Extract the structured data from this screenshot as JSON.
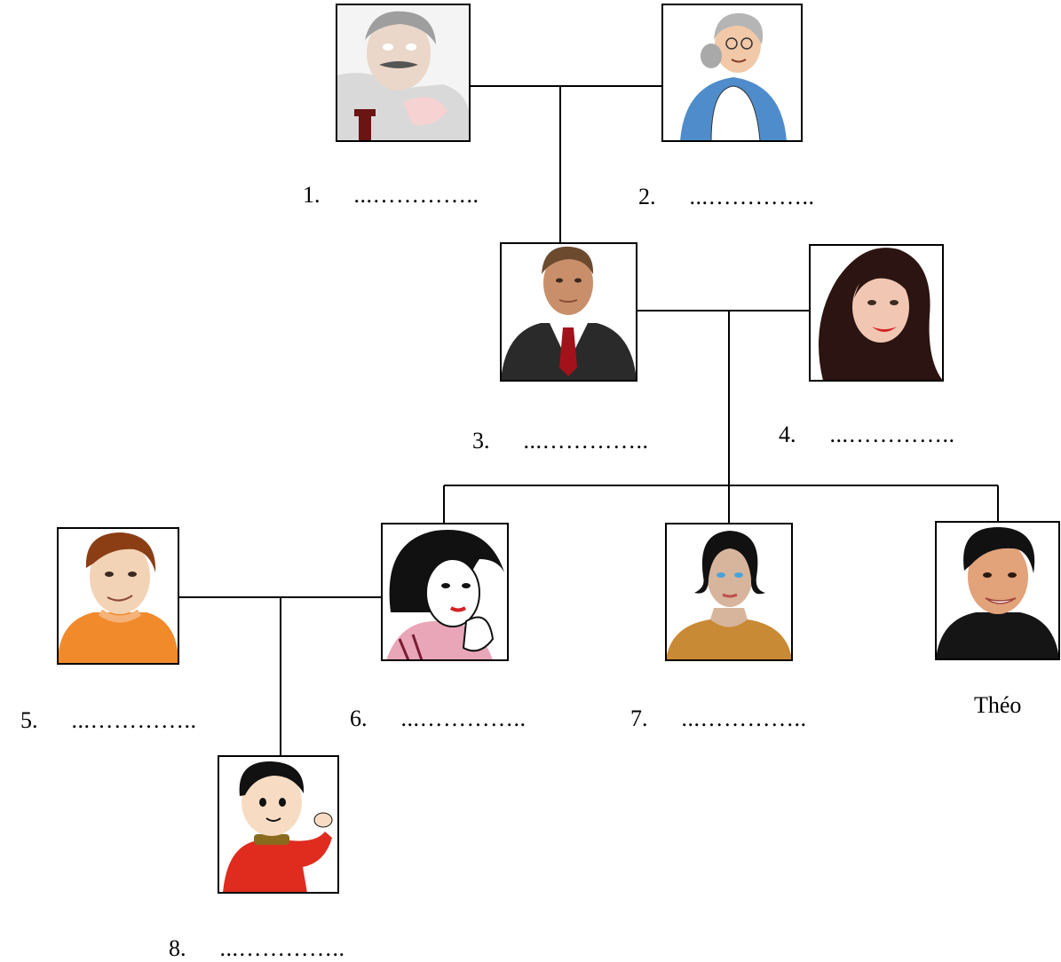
{
  "members": [
    {
      "id": "p1",
      "number": "1.",
      "blank": "...…………..",
      "portrait": "grandfather-portrait"
    },
    {
      "id": "p2",
      "number": "2.",
      "blank": "...…………..",
      "portrait": "grandmother-portrait"
    },
    {
      "id": "p3",
      "number": "3.",
      "blank": "...…………..",
      "portrait": "father-portrait"
    },
    {
      "id": "p4",
      "number": "4.",
      "blank": "...…………..",
      "portrait": "mother-portrait"
    },
    {
      "id": "p5",
      "number": "5.",
      "blank": "...…………..",
      "portrait": "brother-in-law-portrait"
    },
    {
      "id": "p6",
      "number": "6.",
      "blank": "...…………..",
      "portrait": "sister-portrait"
    },
    {
      "id": "p7",
      "number": "7.",
      "blank": "...…………..",
      "portrait": "second-sister-portrait"
    },
    {
      "id": "p8",
      "number": "8.",
      "blank": "...…………..",
      "portrait": "nephew-portrait"
    },
    {
      "id": "theo",
      "name": "Théo",
      "portrait": "theo-portrait"
    }
  ],
  "colors": {
    "line": "#000000",
    "frame": "#000000",
    "skin": "#e9b48e",
    "shirt_orange": "#f08a2b",
    "shirt_red": "#e02b1f",
    "suit_dark": "#2a2a2a",
    "tie_red": "#a3121a",
    "apron_blue": "#4f8ccc",
    "top_mustard": "#c98a35"
  }
}
